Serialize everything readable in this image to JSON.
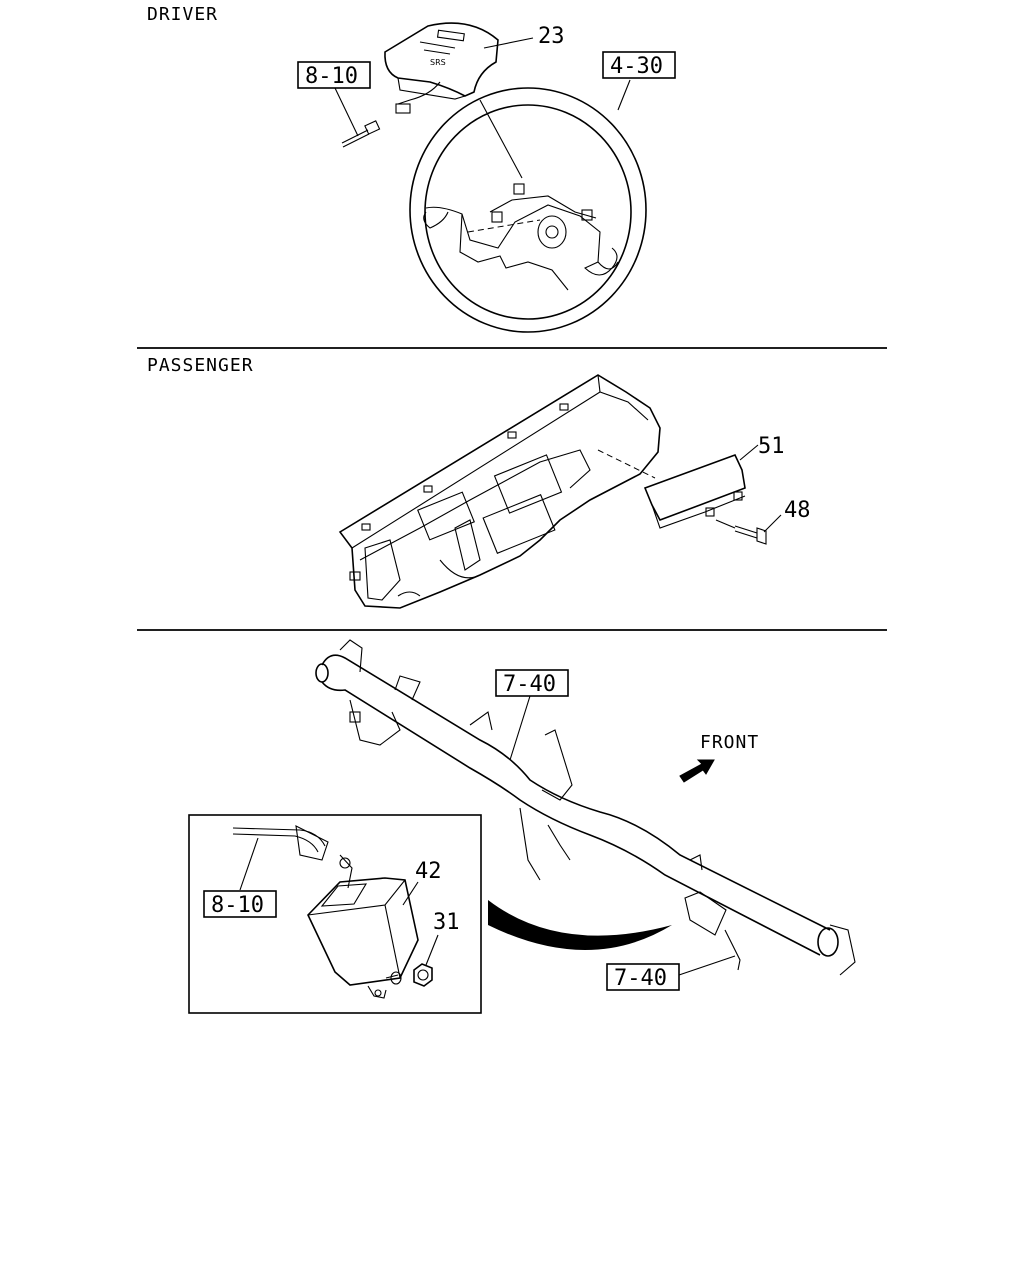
{
  "sections": {
    "driver": "DRIVER",
    "passenger": "PASSENGER"
  },
  "labels": {
    "pad_part": "23",
    "steering_ref": "4-30",
    "harness_ref_top": "8-10",
    "airbag_part": "51",
    "bolt_part": "48",
    "crossmember_ref_top": "7-40",
    "crossmember_ref_bottom": "7-40",
    "front": "FRONT",
    "harness_ref_inset": "8-10",
    "sensor_part": "42",
    "nut_part": "31"
  },
  "icons": {
    "front_arrow": "front-arrow-icon",
    "curved_arrow": "curved-pointer-arrow"
  }
}
